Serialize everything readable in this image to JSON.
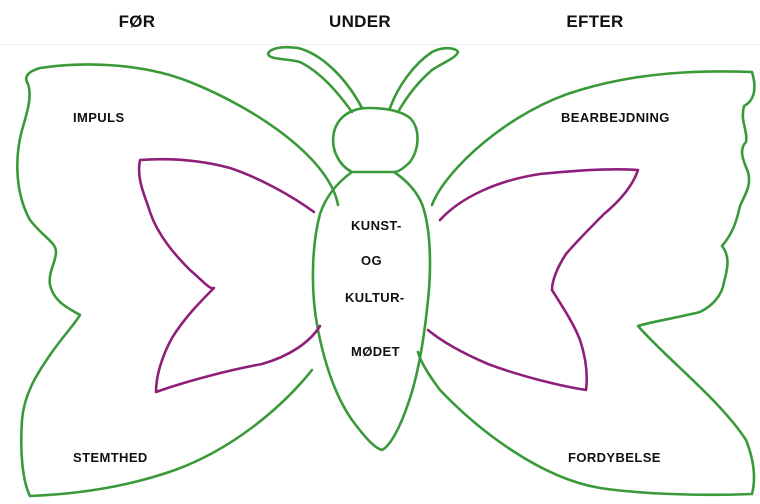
{
  "header": {
    "before": "FØR",
    "during": "UNDER",
    "after": "EFTER"
  },
  "wings": {
    "upper_left": "IMPULS",
    "lower_left": "STEMTHED",
    "upper_right": "BEARBEJDNING",
    "lower_right": "FORDYBELSE"
  },
  "body_text": {
    "line1": "KUNST-",
    "line2": "OG",
    "line3": "KULTUR-",
    "line4": "MØDET"
  },
  "colors": {
    "outline": "#3a9a3a",
    "inner_wing": "#8e1f7a",
    "background": "#ffffff"
  }
}
